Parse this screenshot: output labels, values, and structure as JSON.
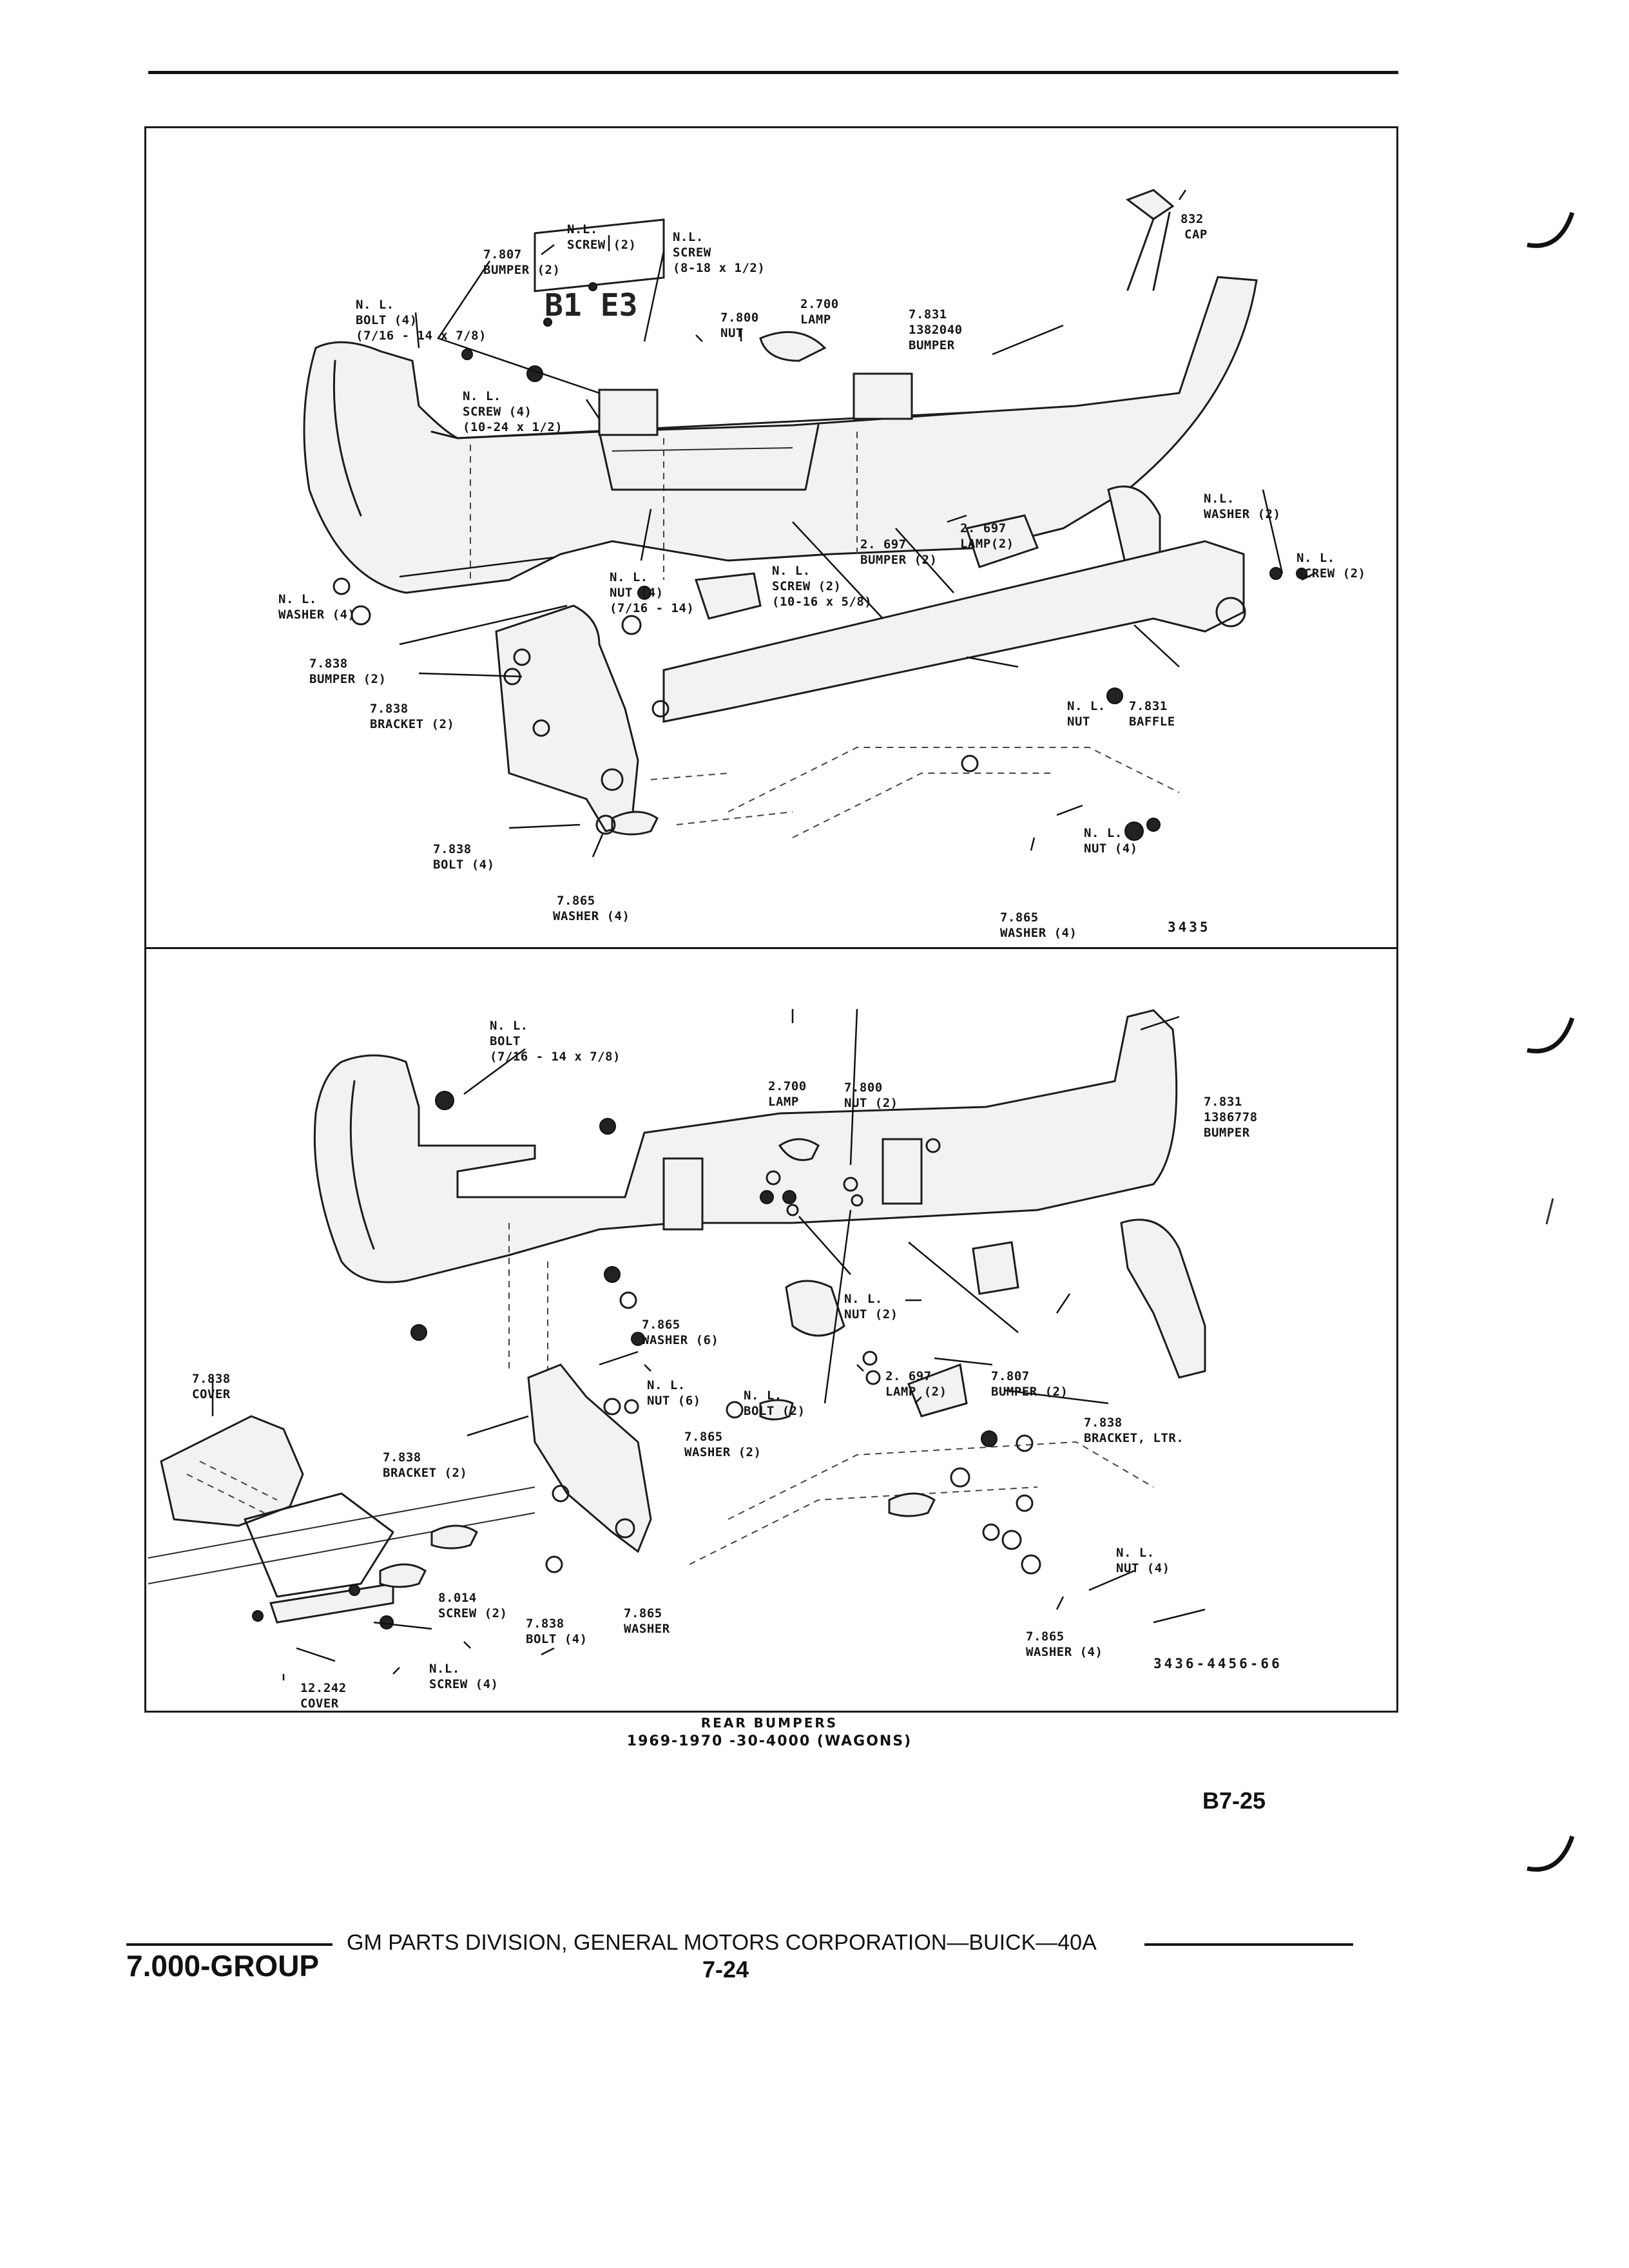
{
  "diagram_top": {
    "figure_number": "3435",
    "labels": [
      {
        "id": "cap",
        "lines": [
          "832",
          "CAP"
        ]
      },
      {
        "id": "bumper-7831",
        "lines": [
          "7.831",
          "1382040",
          "BUMPER"
        ]
      },
      {
        "id": "lamp-2700",
        "lines": [
          "2.700",
          "LAMP"
        ]
      },
      {
        "id": "nut-7800",
        "lines": [
          "7.800",
          "NUT"
        ]
      },
      {
        "id": "screw-nl-8",
        "lines": [
          "N.L.",
          "SCREW",
          "(8-18 x 1/2)"
        ]
      },
      {
        "id": "screw-nl-2",
        "lines": [
          "N.L.",
          "SCREW (2)"
        ]
      },
      {
        "id": "bumper-7807",
        "lines": [
          "7.807",
          "BUMPER (2)"
        ]
      },
      {
        "id": "bolt-nl",
        "lines": [
          "N. L.",
          "BOLT (4)",
          "(7/16 - 14 x 7/8)"
        ]
      },
      {
        "id": "screw-nl-4",
        "lines": [
          "N. L.",
          "SCREW (4)",
          "(10-24 x 1/2)"
        ]
      },
      {
        "id": "washer-nl-right",
        "lines": [
          "N.L.",
          "WASHER (2)"
        ]
      },
      {
        "id": "screw-nl-right",
        "lines": [
          "N. L.",
          "SCREW (2)"
        ]
      },
      {
        "id": "lamp-2697",
        "lines": [
          "2. 697",
          "LAMP(2)"
        ]
      },
      {
        "id": "bumper-2697",
        "lines": [
          "2. 697",
          "BUMPER (2)"
        ]
      },
      {
        "id": "screw-nl-10",
        "lines": [
          "N. L.",
          "SCREW (2)",
          "(10-16 x 5/8)"
        ]
      },
      {
        "id": "nut-nl-4",
        "lines": [
          "N. L.",
          "NUT (4)",
          "(7/16 - 14)"
        ]
      },
      {
        "id": "washer-nl-left",
        "lines": [
          "N. L.",
          "WASHER (4)"
        ]
      },
      {
        "id": "bumper-7838",
        "lines": [
          "7.838",
          "BUMPER (2)"
        ]
      },
      {
        "id": "bracket-7838",
        "lines": [
          "7.838",
          "BRACKET (2)"
        ]
      },
      {
        "id": "nut-nl-mid",
        "lines": [
          "N. L.",
          "NUT"
        ]
      },
      {
        "id": "baffle-7831",
        "lines": [
          "7.831",
          "BAFFLE"
        ]
      },
      {
        "id": "bolt-7838",
        "lines": [
          "7.838",
          "BOLT (4)"
        ]
      },
      {
        "id": "washer-7865-left",
        "lines": [
          "7.865",
          "WASHER (4)"
        ]
      },
      {
        "id": "nut-nl-right",
        "lines": [
          "N. L.",
          "NUT (4)"
        ]
      },
      {
        "id": "washer-7865-right",
        "lines": [
          "7.865",
          "WASHER (4)"
        ]
      }
    ]
  },
  "diagram_bottom": {
    "figure_number": "3436-4456-66",
    "labels": [
      {
        "id": "bolt-nl",
        "lines": [
          "N. L.",
          "BOLT",
          "(7/16 - 14 x 7/8)"
        ]
      },
      {
        "id": "lamp-2700",
        "lines": [
          "2.700",
          "LAMP"
        ]
      },
      {
        "id": "nut-7800",
        "lines": [
          "7.800",
          "NUT (2)"
        ]
      },
      {
        "id": "bumper-7831",
        "lines": [
          "7.831",
          "1386778",
          "BUMPER"
        ]
      },
      {
        "id": "nut-nl-2",
        "lines": [
          "N. L.",
          "NUT (2)"
        ]
      },
      {
        "id": "washer-7865-6",
        "lines": [
          "7.865",
          "WASHER (6)"
        ]
      },
      {
        "id": "nut-nl-6",
        "lines": [
          "N. L.",
          "NUT (6)"
        ]
      },
      {
        "id": "lamp-2697",
        "lines": [
          "2. 697",
          "LAMP (2)"
        ]
      },
      {
        "id": "bumper-7807",
        "lines": [
          "7.807",
          "BUMPER (2)"
        ]
      },
      {
        "id": "bolt-nl-2",
        "lines": [
          "N. L.",
          "BOLT (2)"
        ]
      },
      {
        "id": "washer-7865-2",
        "lines": [
          "7.865",
          "WASHER (2)"
        ]
      },
      {
        "id": "bracket-ltr",
        "lines": [
          "7.838",
          "BRACKET, LTR."
        ]
      },
      {
        "id": "cover-7838",
        "lines": [
          "7.838",
          "COVER"
        ]
      },
      {
        "id": "bracket-7838",
        "lines": [
          "7.838",
          "BRACKET (2)"
        ]
      },
      {
        "id": "screw-8014",
        "lines": [
          "8.014",
          "SCREW (2)"
        ]
      },
      {
        "id": "bolt-7838",
        "lines": [
          "7.838",
          "BOLT (4)"
        ]
      },
      {
        "id": "washer-7865",
        "lines": [
          "7.865",
          "WASHER"
        ]
      },
      {
        "id": "screw-nl-4",
        "lines": [
          "N.L.",
          "SCREW (4)"
        ]
      },
      {
        "id": "cover-12242",
        "lines": [
          "12.242",
          "COVER"
        ]
      },
      {
        "id": "nut-nl-4",
        "lines": [
          "N. L.",
          "NUT (4)"
        ]
      },
      {
        "id": "washer-7865-4",
        "lines": [
          "7.865",
          "WASHER (4)"
        ]
      }
    ]
  },
  "caption": {
    "line1": "REAR BUMPERS",
    "line2": "1969-1970 -30-4000 (WAGONS)"
  },
  "page_code": "B7-25",
  "footer": {
    "group": "7.000-GROUP",
    "publisher": "GM PARTS DIVISION, GENERAL MOTORS CORPORATION—BUICK—40A",
    "page_number": "7-24"
  }
}
